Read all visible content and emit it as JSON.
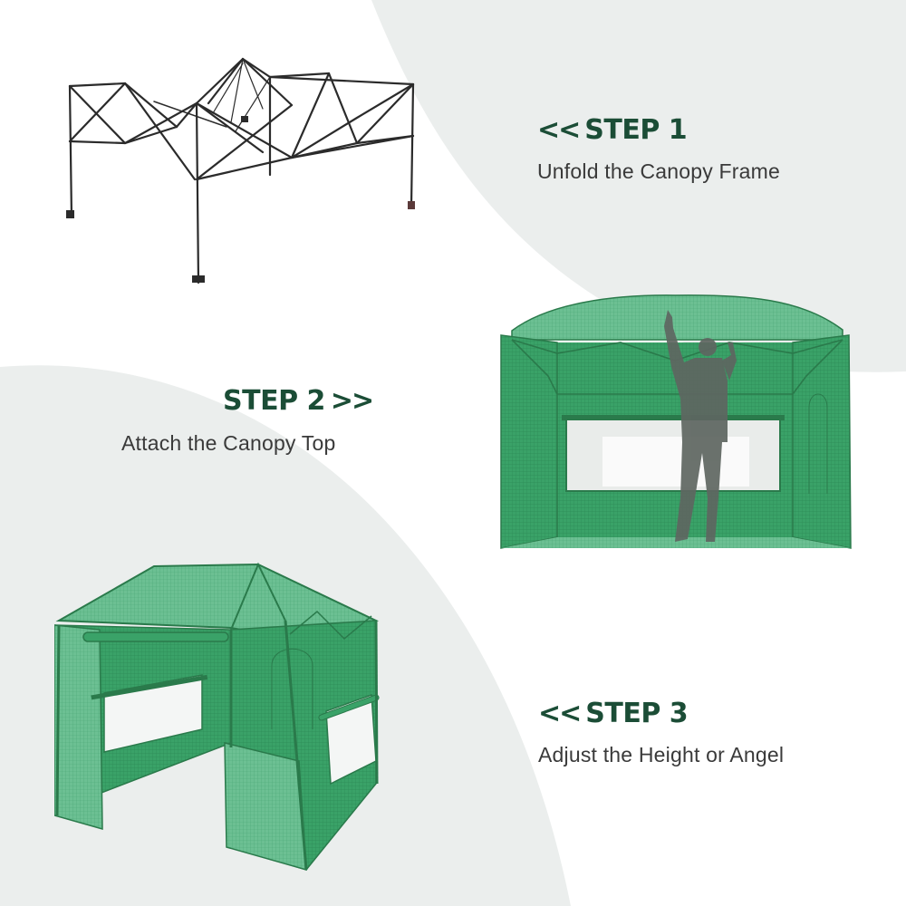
{
  "colors": {
    "background": "#ffffff",
    "blob": "#ebeeed",
    "heading": "#1b4d36",
    "description": "#3a3a3a",
    "mesh_green": "#2f9e5e",
    "frame": "#2b2b2b",
    "person": "#5e6661"
  },
  "steps": [
    {
      "arrow_before": "<<",
      "label": "STEP 1",
      "arrow_after": "",
      "description": "Unfold the Canopy Frame",
      "illustration": "canopy-frame-skeleton"
    },
    {
      "arrow_before": "",
      "label": "STEP 2",
      "arrow_after": ">>",
      "description": "Attach the Canopy Top",
      "illustration": "greenhouse-front-with-person"
    },
    {
      "arrow_before": "<<",
      "label": "STEP 3",
      "arrow_after": "",
      "description": "Adjust the Height or Angel",
      "illustration": "greenhouse-angled-view"
    }
  ]
}
